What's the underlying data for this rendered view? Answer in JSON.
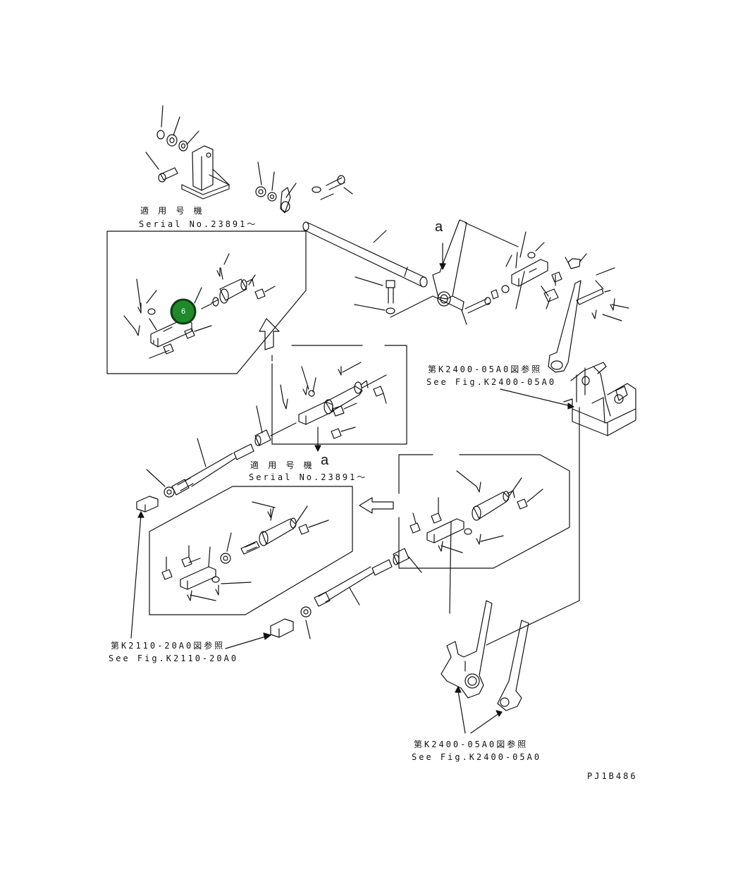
{
  "serial_note_1": {
    "line1": "適 用 号 機",
    "line2": "Serial No.23891～"
  },
  "serial_note_2": {
    "line1": "適 用 号 機",
    "line2": "Serial No.23891～"
  },
  "ref_k2400_top": {
    "line1": "第K2400-05A0図参照",
    "line2": "See Fig.K2400-05A0"
  },
  "ref_k2110": {
    "line1": "第K2110-20A0図参照",
    "line2": "See Fig.K2110-20A0"
  },
  "ref_k2400_bottom": {
    "line1": "第K2400-05A0図参照",
    "line2": "See Fig.K2400-05A0"
  },
  "view_letter_top": "a",
  "view_letter_mid": "a",
  "hotspot": {
    "label": "6",
    "color": "#1f8a2a"
  },
  "drawing_code": "PJ1B486"
}
